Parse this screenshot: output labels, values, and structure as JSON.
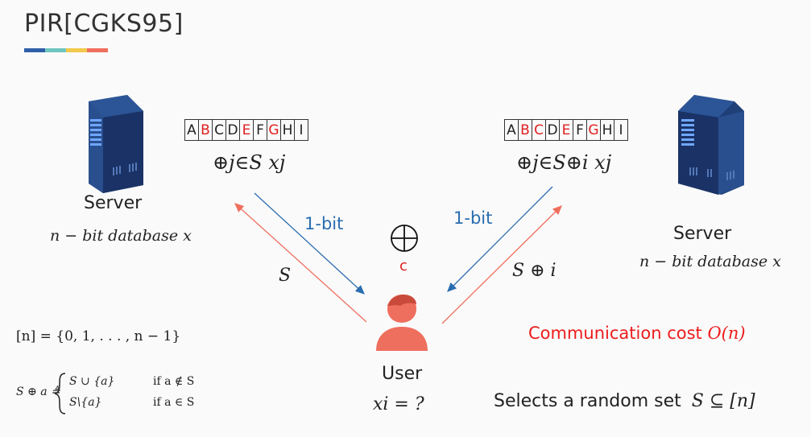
{
  "title": "PIR[CGKS95]",
  "accent_colors": [
    "#2f5fa8",
    "#6fc6c0",
    "#f2c94c",
    "#ef6f5e"
  ],
  "left_server": {
    "icon": "server-icon",
    "name": "Server",
    "desc": "n − bit database x",
    "cells": [
      {
        "ch": "A",
        "red": false
      },
      {
        "ch": "B",
        "red": true
      },
      {
        "ch": "C",
        "red": false
      },
      {
        "ch": "D",
        "red": false
      },
      {
        "ch": "E",
        "red": true
      },
      {
        "ch": "F",
        "red": false
      },
      {
        "ch": "G",
        "red": true
      },
      {
        "ch": "H",
        "red": false
      },
      {
        "ch": "I",
        "red": false
      }
    ],
    "xor_expr": "⊕j∈S xj"
  },
  "right_server": {
    "icon": "server-icon",
    "name": "Server",
    "desc": "n − bit database x",
    "cells": [
      {
        "ch": "A",
        "red": false
      },
      {
        "ch": "B",
        "red": true
      },
      {
        "ch": "C",
        "red": true
      },
      {
        "ch": "D",
        "red": false
      },
      {
        "ch": "E",
        "red": true
      },
      {
        "ch": "F",
        "red": false
      },
      {
        "ch": "G",
        "red": true
      },
      {
        "ch": "H",
        "red": false
      },
      {
        "ch": "I",
        "red": false
      }
    ],
    "xor_expr": "⊕j∈S⊕i xj"
  },
  "arrows": {
    "left_reply": "1-bit",
    "right_reply": "1-bit",
    "left_query": "S",
    "right_query": "S ⊕ i"
  },
  "center": {
    "xor_symbol": "⊕",
    "c_label": "c"
  },
  "user": {
    "icon": "user-icon",
    "name": "User",
    "query": "xi = ?"
  },
  "definitions": {
    "n_set": "[n] = {0, 1, . . . , n − 1}",
    "s_xor_lhs": "S ⊕ a ≜",
    "case1_val": "S ∪ {a}",
    "case1_cond": "if a ∉ S",
    "case2_val": "S\\{a}",
    "case2_cond": "if a ∈ S"
  },
  "cost": {
    "text": "Communication cost",
    "value": "O(n)"
  },
  "select": {
    "text": "Selects a random set",
    "expr": "S ⊆ [n]"
  }
}
